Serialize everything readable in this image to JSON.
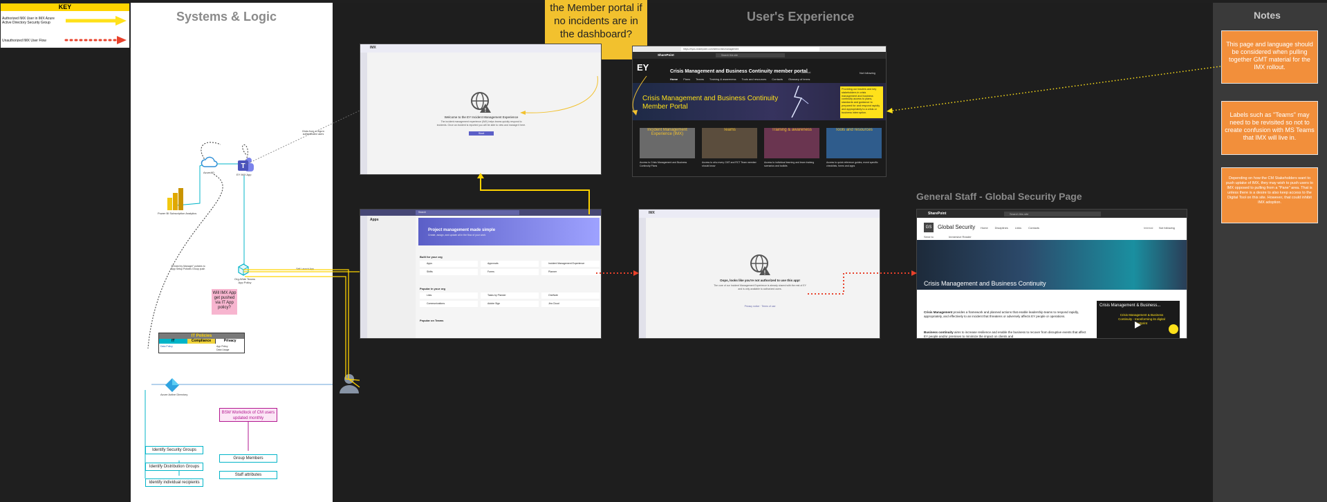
{
  "colors": {
    "dark_bg": "#1e1e1e",
    "light_panel": "#ffffff",
    "notes_panel": "#3a3a3a",
    "title_gray": "#8a8a8a",
    "authorized_arrow": "#ffe11a",
    "unauthorized_arrow": "#e8412b",
    "note_orange": "#f28f3b",
    "sticky_yellow": "#f2c12e",
    "flow_cyan": "#00b4c8"
  },
  "key": {
    "title": "KEY",
    "authorized_label": "Authorized IMX User in IMX Azure Active Directory Security Group",
    "unauthorized_label": "Unauthorized IMX User Flow"
  },
  "sections": {
    "systems": "Systems & Logic",
    "users": "User's Experience",
    "notes": "Notes",
    "general_staff": "General Staff - Global Security Page"
  },
  "sticky": {
    "text": "the Member portal if no incidents are in the dashboard?"
  },
  "notes": [
    "This page and language should be considered when pulling together GMT material for the IMX rollout.",
    "Labels such as \"Teams\" may need to be revisited so not to create confusion with MS Teams that IMX will live in.",
    "Depending on how the CM Stakeholders want to push uptake of IMX, they may wish to push users to IMX opposed to pulling from a \"Pane\" area. That is unless there is a desire to also keep access to the Digital Tool on this site. However, that could inhibit IMX adoption."
  ],
  "systems": {
    "powerbi": "Power BI Subscription Analytics",
    "cloud": "AzureAD",
    "teams_app": "EY IMX App",
    "pkg": "Org-Wide Teams App Policy",
    "question": "Will IMX App get pushed via IT App policy?",
    "ad": "Azure Active Directory",
    "policies_title": "IT Policies",
    "policies_cols": [
      "IT",
      "Compliance",
      "Privacy"
    ],
    "policies_cells": [
      "Data Policy",
      "App Policy",
      "Data Usage"
    ],
    "edge_clicks": "Clicks from or logs in authenticated users",
    "edge_self": "Self Launch App",
    "edge_push": "\"Pinned by Manager\" policies to App Setup Policies Group push",
    "bsm": "BSM Workdlock of CM users updated monthly",
    "boxes": [
      "Identify Security Groups",
      "Identify Distribution Groups",
      "Identify individual recipients",
      "Group Members",
      "Staff attributes"
    ]
  },
  "shots": {
    "imx_welcome": {
      "app": "IMX",
      "heading": "Welcome to the EY Incident Management Experience",
      "body": "The incident management experience (IMX) helps teams quickly respond to incidents. Once an incident is reported you will be able to view and manage it here.",
      "button": "Start"
    },
    "portal": {
      "browser_url": "https://eyus.sharepoint.com/sites/crisismanagement",
      "brand": "SharePoint",
      "search": "Search this site",
      "site_title": "Crisis Management and Business Continuity member portal",
      "visibility": "Internal",
      "follow": "Not following",
      "nav": [
        "Home",
        "Plans",
        "Teams",
        "Training & awareness",
        "Tools and resources",
        "Contacts",
        "Glossary of terms"
      ],
      "hero_title": "Crisis Management and Business Continuity Member Portal",
      "hero_text": "Providing our leaders and key stakeholders in crisis management and business continuity access to plans, standards and guidance to prepared for and respond rapidly and appropriately to a crisis or business interruption.",
      "tiles": [
        {
          "title": "Incident Management Experience (IMX)",
          "desc": "Access to Crisis Management and Business Continuity Plans"
        },
        {
          "title": "Teams",
          "desc": "Access to who every CMT and RCT Team member should know"
        },
        {
          "title": "Training & awareness",
          "desc": "Access to individual learning and team training scenarios and toolkits"
        },
        {
          "title": "Tools and resources",
          "desc": "Access to quick reference guides, event specific checklists, forms and apps"
        }
      ]
    },
    "apps": {
      "pane": "Apps",
      "search": "Search",
      "banner": "Project management made simple",
      "banner_sub": "Create, assign, and update all in the flow of your work",
      "sections": [
        "Built for your org",
        "Popular in your org",
        "Popular on Teams"
      ],
      "items": [
        "Apps",
        "Approvals",
        "Incident Management Experience",
        "Shifts",
        "Forms",
        "Planner",
        "Lists",
        "Tasks by Planner",
        "OneNote",
        "Communications",
        "Adobe Sign",
        "Jira Cloud"
      ]
    },
    "denied": {
      "app": "IMX",
      "heading": "Oops, looks like you're not authorized to use this app!",
      "body": "The core of our Incident Management Experience is already shared with the rest of EY and is only available to authorized users.",
      "links": "Privacy notice · Terms of use"
    },
    "global_security": {
      "brand": "SharePoint",
      "search": "Search this site",
      "site_initials": "GS",
      "site_title": "Global Security",
      "nav": [
        "Home",
        "Disciplines",
        "Links",
        "Contacts"
      ],
      "internal": "Internal",
      "follow": "Not following",
      "send": "Send to",
      "immersive": "Immersive Reader",
      "hero_title": "Crisis Management and Business Continuity",
      "p1_strong": "Crisis Management",
      "p1": " provides a framework and planned actions that enable leadership teams to respond rapidly, appropriately, and effectively to an incident that threatens or adversely affects EY people or operations.",
      "p2_strong": "Business continuity",
      "p2": " aims to increase resilience and enable the business to recover from disruptive events that affect EY people and/or premises to minimize the impact on clients and",
      "video_title": "Crisis Management & Business...",
      "video_sub": "Crisis Management & Business Continuity - transforming its digital footprint"
    }
  }
}
